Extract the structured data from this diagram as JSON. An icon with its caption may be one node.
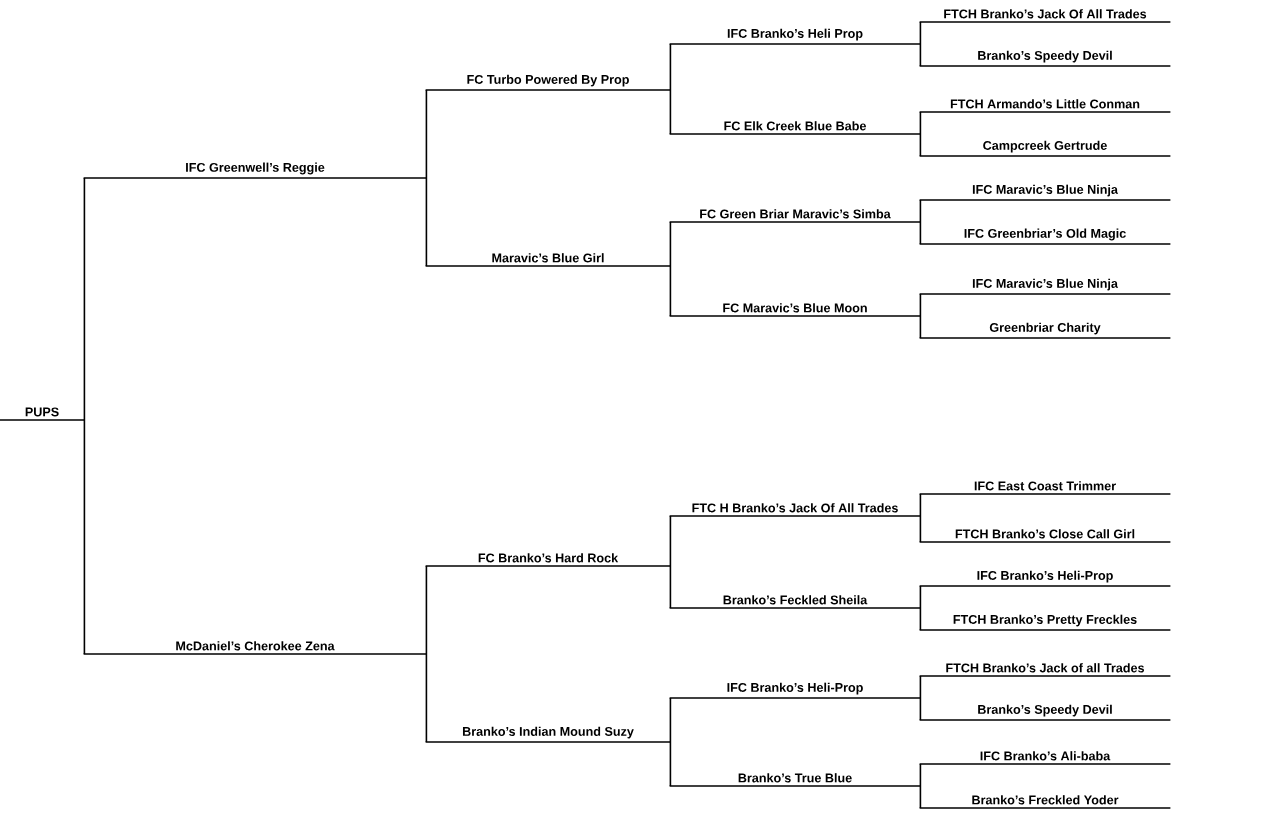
{
  "diagram": {
    "nodes": [
      {
        "text": [
          "PUPS"
        ]
      },
      {
        "text": [
          "IFC Greenwell’s Reggie"
        ]
      },
      {
        "text": [
          "FC Turbo Powered By Prop"
        ]
      },
      {
        "text": [
          "IFC Branko’s Heli Prop"
        ]
      },
      {
        "text": [
          "FTCH Branko’s Jack Of All Trades"
        ]
      },
      {
        "text": [
          "Branko’s Speedy Devil"
        ]
      },
      {
        "text": [
          "FC Elk Creek Blue Babe"
        ]
      },
      {
        "text": [
          "FTCH Armando’s Little Conman"
        ]
      },
      {
        "text": [
          "Campcreek Gertrude"
        ]
      },
      {
        "text": [
          "Maravic’s Blue Girl"
        ]
      },
      {
        "text": [
          "FC Green Briar Maravic’s Simba"
        ]
      },
      {
        "text": [
          "IFC Maravic’s Blue Ninja"
        ]
      },
      {
        "text": [
          "IFC Greenbriar’s Old Magic"
        ]
      },
      {
        "text": [
          "FC Maravic’s Blue Moon"
        ]
      },
      {
        "text": [
          "IFC Maravic’s Blue Ninja"
        ]
      },
      {
        "text": [
          "Greenbriar Charity"
        ]
      },
      {
        "text": [
          "McDaniel’s Cherokee Zena"
        ]
      },
      {
        "text": [
          "FC Branko’s Hard Rock"
        ]
      },
      {
        "text": [
          "FTC H Branko’s Jack Of All Trades"
        ]
      },
      {
        "text": [
          "IFC East Coast Trimmer"
        ]
      },
      {
        "text": [
          "FTCH Branko’s Close Call Girl"
        ]
      },
      {
        "text": [
          "Branko’s Feckled Sheila"
        ]
      },
      {
        "text": [
          "IFC Branko’s Heli-Prop"
        ]
      },
      {
        "text": [
          "FTCH Branko’s Pretty Freckles"
        ]
      },
      {
        "text": [
          "Branko’s Indian Mound Suzy"
        ]
      },
      {
        "text": [
          "IFC Branko’s Heli-Prop"
        ]
      },
      {
        "text": [
          "FTCH Branko’s Jack of all Trades"
        ]
      },
      {
        "text": [
          "Branko’s Speedy Devil"
        ]
      },
      {
        "text": [
          "Branko’s True Blue"
        ]
      },
      {
        "text": [
          "IFC Branko’s Ali-baba"
        ]
      },
      {
        "text": [
          "Branko’s Freckled Yoder"
        ]
      }
    ],
    "edges": [
      {
        "from": 0,
        "to": 1,
        "arrow": "none"
      },
      {
        "from": 0,
        "to": 16,
        "arrow": "none"
      },
      {
        "from": 1,
        "to": 2,
        "arrow": "none"
      },
      {
        "from": 1,
        "to": 9,
        "arrow": "none"
      },
      {
        "from": 2,
        "to": 3,
        "arrow": "none"
      },
      {
        "from": 2,
        "to": 6,
        "arrow": "none"
      },
      {
        "from": 3,
        "to": 4,
        "arrow": "none"
      },
      {
        "from": 3,
        "to": 5,
        "arrow": "none"
      },
      {
        "from": 6,
        "to": 7,
        "arrow": "none"
      },
      {
        "from": 6,
        "to": 8,
        "arrow": "none"
      },
      {
        "from": 9,
        "to": 10,
        "arrow": "none"
      },
      {
        "from": 9,
        "to": 13,
        "arrow": "none"
      },
      {
        "from": 10,
        "to": 11,
        "arrow": "none"
      },
      {
        "from": 10,
        "to": 12,
        "arrow": "none"
      },
      {
        "from": 13,
        "to": 14,
        "arrow": "none"
      },
      {
        "from": 13,
        "to": 15,
        "arrow": "none"
      },
      {
        "from": 16,
        "to": 17,
        "arrow": "none"
      },
      {
        "from": 16,
        "to": 24,
        "arrow": "none"
      },
      {
        "from": 17,
        "to": 18,
        "arrow": "none"
      },
      {
        "from": 17,
        "to": 21,
        "arrow": "none"
      },
      {
        "from": 18,
        "to": 19,
        "arrow": "none"
      },
      {
        "from": 18,
        "to": 20,
        "arrow": "none"
      },
      {
        "from": 21,
        "to": 22,
        "arrow": "none"
      },
      {
        "from": 21,
        "to": 23,
        "arrow": "none"
      },
      {
        "from": 24,
        "to": 25,
        "arrow": "none"
      },
      {
        "from": 24,
        "to": 28,
        "arrow": "none"
      },
      {
        "from": 25,
        "to": 26,
        "arrow": "none"
      },
      {
        "from": 25,
        "to": 27,
        "arrow": "none"
      },
      {
        "from": 28,
        "to": 29,
        "arrow": "none"
      },
      {
        "from": 28,
        "to": 30,
        "arrow": "none"
      }
    ]
  }
}
